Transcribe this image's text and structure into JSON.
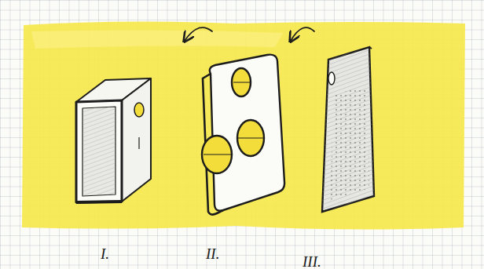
{
  "diagram": {
    "nodes": [
      {
        "text": [
          "I."
        ]
      },
      {
        "text": [
          "II."
        ]
      },
      {
        "text": [
          "III."
        ]
      }
    ],
    "edges": [
      {
        "from": 2,
        "to": 1,
        "arrow": "to"
      },
      {
        "from": 1,
        "to": 0,
        "arrow": "to"
      }
    ]
  }
}
